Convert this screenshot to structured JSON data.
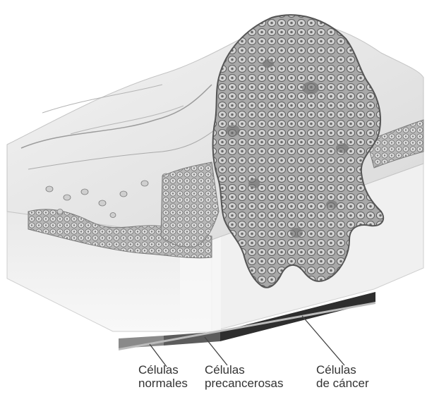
{
  "labels": {
    "normal": {
      "line1": "Células",
      "line2": "normales"
    },
    "precancerous": {
      "line1": "Células",
      "line2": "precancerosas"
    },
    "cancer": {
      "line1": "Células",
      "line2": "de cáncer"
    }
  },
  "colors": {
    "bar_normal": "#8a8a8a",
    "bar_precancerous": "#5c5c5c",
    "bar_cancer": "#2e2e2e",
    "tissue_surface": "#e2e2e2",
    "tissue_side": "#f1f1f1",
    "cell_fill": "#b9b9b9",
    "cell_stroke": "#6f6f6f"
  }
}
